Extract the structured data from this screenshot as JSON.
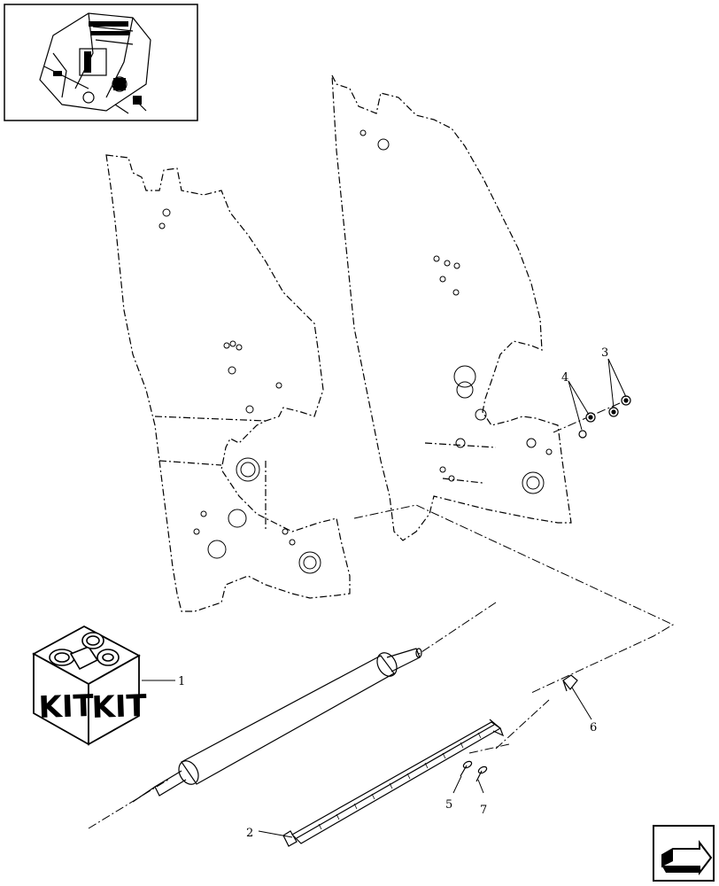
{
  "callouts": [
    {
      "id": "1",
      "text": "1"
    },
    {
      "id": "2",
      "text": "2"
    },
    {
      "id": "3",
      "text": "3"
    },
    {
      "id": "4",
      "text": "4"
    },
    {
      "id": "5",
      "text": "5"
    },
    {
      "id": "6",
      "text": "6"
    },
    {
      "id": "7",
      "text": "7"
    }
  ],
  "kit_box": {
    "label_left": "KIT",
    "label_right": "KIT"
  },
  "nav": {
    "icon": "arrow-next-icon"
  }
}
